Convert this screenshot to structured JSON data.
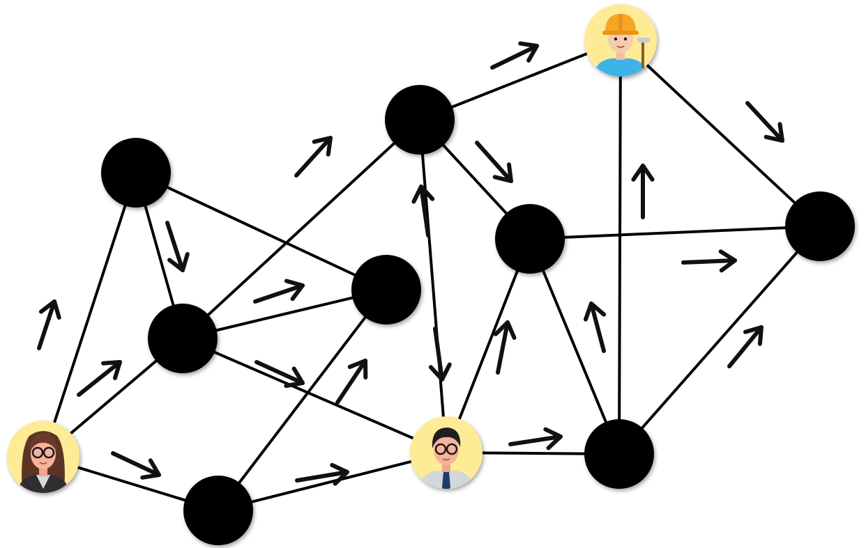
{
  "diagram": {
    "colors": {
      "edge": "#000000",
      "arrow": "#111111",
      "node": "#000000",
      "avatar_bg": "#fdeb95"
    },
    "nodes": [
      {
        "id": "n1",
        "kind": "circle"
      },
      {
        "id": "n2",
        "kind": "circle"
      },
      {
        "id": "n3",
        "kind": "circle"
      },
      {
        "id": "n4",
        "kind": "circle"
      },
      {
        "id": "n5",
        "kind": "circle"
      },
      {
        "id": "n6",
        "kind": "circle"
      },
      {
        "id": "n7",
        "kind": "circle"
      },
      {
        "id": "n8",
        "kind": "circle"
      },
      {
        "id": "n9",
        "kind": "circle"
      },
      {
        "id": "a1",
        "kind": "avatar",
        "icon": "woman-glasses-avatar-icon"
      },
      {
        "id": "a2",
        "kind": "avatar",
        "icon": "man-glasses-avatar-icon"
      },
      {
        "id": "a3",
        "kind": "avatar",
        "icon": "construction-worker-avatar-icon"
      }
    ],
    "edges": [
      [
        "a1",
        "n1"
      ],
      [
        "a1",
        "n2"
      ],
      [
        "a1",
        "n3"
      ],
      [
        "n1",
        "n2"
      ],
      [
        "n1",
        "n4"
      ],
      [
        "n2",
        "n4"
      ],
      [
        "n2",
        "n5"
      ],
      [
        "n2",
        "a2"
      ],
      [
        "n3",
        "n4"
      ],
      [
        "n3",
        "a2"
      ],
      [
        "n4",
        "a2"
      ],
      [
        "n4",
        "n5"
      ],
      [
        "n5",
        "n6"
      ],
      [
        "n5",
        "a3"
      ],
      [
        "n6",
        "n7"
      ],
      [
        "n6",
        "a2"
      ],
      [
        "n7",
        "n9"
      ],
      [
        "n7",
        "n8"
      ],
      [
        "a2",
        "n8"
      ],
      [
        "n8",
        "a3"
      ],
      [
        "n8",
        "n9"
      ],
      [
        "a3",
        "n9"
      ]
    ]
  }
}
